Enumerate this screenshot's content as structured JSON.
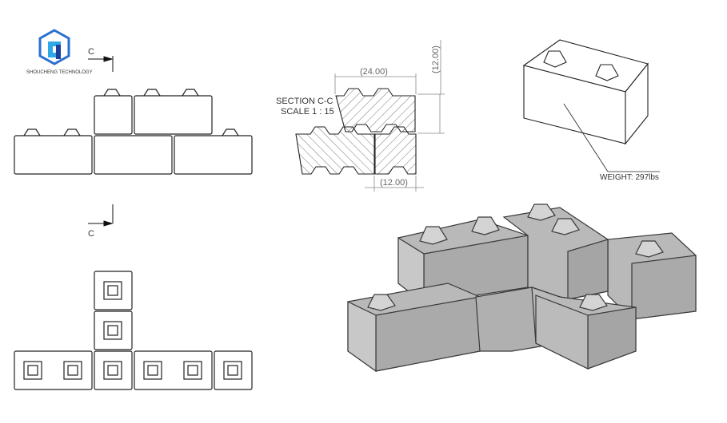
{
  "logo": {
    "text": "SHOUCHENG TECHNOLOGY",
    "colors": [
      "#2fa8e8",
      "#1d3f9c"
    ]
  },
  "section_marker": {
    "label_top": "C",
    "label_bottom": "C"
  },
  "section_view": {
    "title": "SECTION C-C",
    "scale": "SCALE 1 : 15",
    "dim_width": "(24.00)",
    "dim_height": "(12.00)",
    "dim_half": "(12.00)"
  },
  "iso_view": {
    "weight_label": "WEIGHT: 297lbs"
  },
  "render": {
    "block_color": "#b9b9b9",
    "edge_color": "#3a3a3a"
  }
}
